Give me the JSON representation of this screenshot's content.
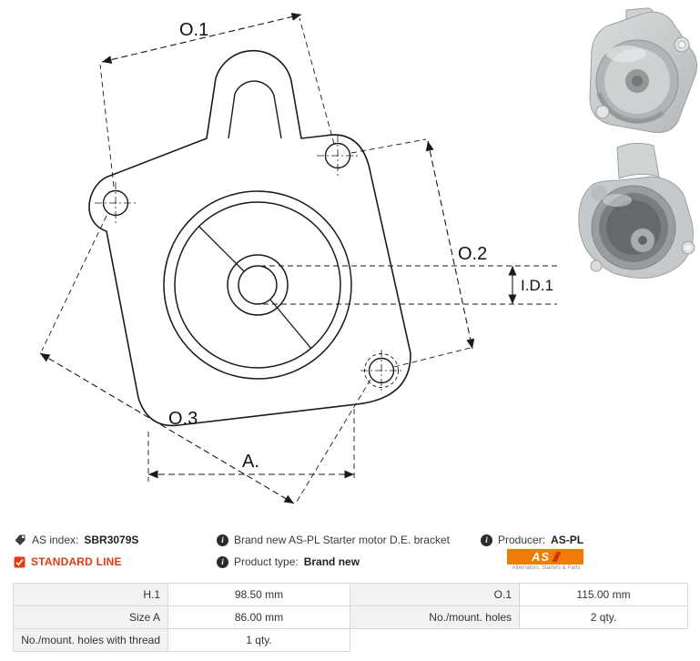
{
  "diagram": {
    "labels": {
      "o1": "O.1",
      "o2": "O.2",
      "o3": "O.3",
      "id1": "I.D.1",
      "a": "A."
    }
  },
  "info": {
    "as_index": {
      "label": "AS index:",
      "value": "SBR3079S"
    },
    "standard_line": "STANDARD LINE",
    "description": "Brand new AS-PL Starter motor D.E. bracket",
    "product_type": {
      "label": "Product type:",
      "value": "Brand new"
    },
    "producer": {
      "label": "Producer:",
      "value": "AS-PL"
    },
    "logo": {
      "text": "AS",
      "tagline": "Alternators, Starters & Parts"
    }
  },
  "icons": {
    "as_index": "tag-icon",
    "standard_line": "checked-checkbox-icon",
    "description": "info-icon",
    "product_type": "info-icon",
    "producer": "info-icon"
  },
  "colors": {
    "standard_line_red": "#e8380d",
    "logo_orange": "#f07d00",
    "logo_slash_red": "#d62b10",
    "drawing_line": "#1a1a1a",
    "table_border": "#d8d8d8",
    "table_label_bg": "#f2f2f2"
  },
  "table": {
    "rows": [
      [
        "H.1",
        "98.50 mm",
        "O.1",
        "115.00 mm"
      ],
      [
        "Size A",
        "86.00 mm",
        "No./mount. holes",
        "2 qty."
      ],
      [
        "No./mount. holes with thread",
        "1 qty.",
        "",
        ""
      ]
    ]
  }
}
